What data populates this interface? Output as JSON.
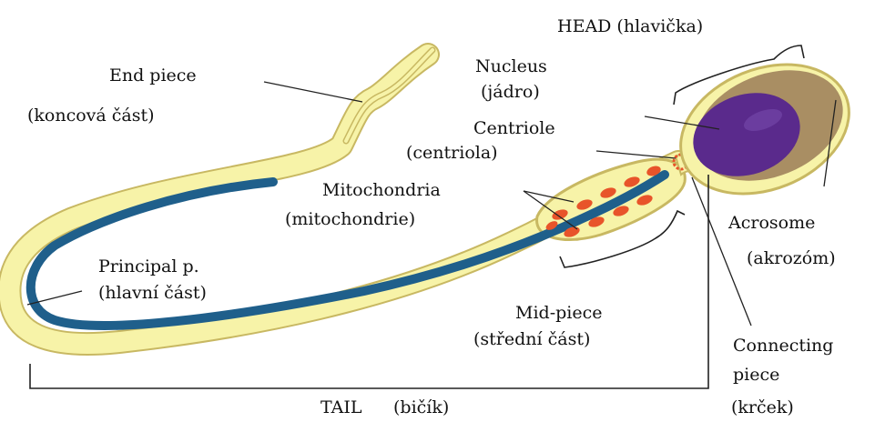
{
  "labels": {
    "head": "HEAD (hlavička)",
    "nucleus": "Nucleus",
    "nucleus_cz": "(jádro)",
    "end_piece": "End piece",
    "end_piece_cz": "(koncová část)",
    "centriole": "Centriole",
    "centriole_cz": "(centriola)",
    "mitochondria": "Mitochondria",
    "mitochondria_cz": "(mitochondrie)",
    "acrosome": "Acrosome",
    "acrosome_cz": "(akrozóm)",
    "principal": "Principal p.",
    "principal_cz": "(hlavní část)",
    "midpiece": "Mid-piece",
    "midpiece_cz": "(střední část)",
    "connecting": "Connecting",
    "connecting_2": "piece",
    "connecting_cz": "(krček)",
    "tail": "TAIL",
    "tail_cz": "(bičík)"
  },
  "colors": {
    "cell_fill": "#f7f3a8",
    "cell_outline": "#c8b862",
    "axoneme": "#1f5f8b",
    "nucleus": "#5a2a8c",
    "acrosome_band": "#a98e63",
    "mitochondria": "#e8542a",
    "line": "#222222"
  }
}
